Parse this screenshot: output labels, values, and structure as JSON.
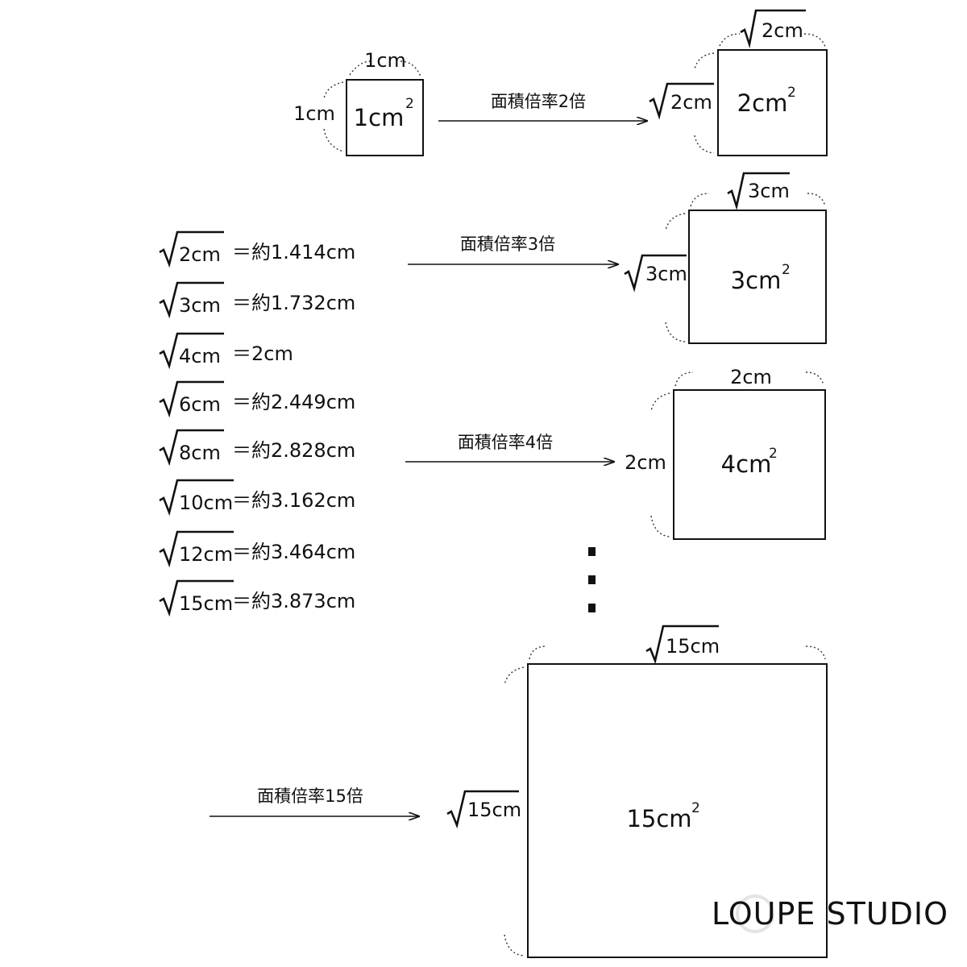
{
  "colors": {
    "ink": "#111111",
    "watermark": "#e4e4e4"
  },
  "squares": {
    "s1": {
      "top_label": "1cm",
      "left_label": "1cm",
      "area": "1cm",
      "area_exp": "2"
    },
    "s2": {
      "top_label": "2cm",
      "left_label": "2cm",
      "area": "2cm",
      "area_exp": "2"
    },
    "s3": {
      "top_label": "3cm",
      "left_label": "3cm",
      "area": "3cm",
      "area_exp": "2"
    },
    "s4": {
      "top_label": "2cm",
      "left_label": "2cm",
      "area": "4cm",
      "area_exp": "2"
    },
    "s15": {
      "top_label": "15cm",
      "left_label": "15cm",
      "area": "15cm",
      "area_exp": "2"
    }
  },
  "arrows": {
    "a2": "面積倍率2倍",
    "a3": "面積倍率3倍",
    "a4": "面積倍率4倍",
    "a15": "面積倍率15倍"
  },
  "equations": [
    {
      "radicand": "2cm",
      "value": "＝約1.414cm"
    },
    {
      "radicand": "3cm",
      "value": "＝約1.732cm"
    },
    {
      "radicand": "4cm",
      "value": "＝2cm"
    },
    {
      "radicand": "6cm",
      "value": "＝約2.449cm"
    },
    {
      "radicand": "8cm",
      "value": "＝約2.828cm"
    },
    {
      "radicand": "10cm",
      "value": "＝約3.162cm"
    },
    {
      "radicand": "12cm",
      "value": "＝約3.464cm"
    },
    {
      "radicand": "15cm",
      "value": "＝約3.873cm"
    }
  ],
  "ellipsis_dots": 3,
  "watermark": "LOUPE STUDIO"
}
